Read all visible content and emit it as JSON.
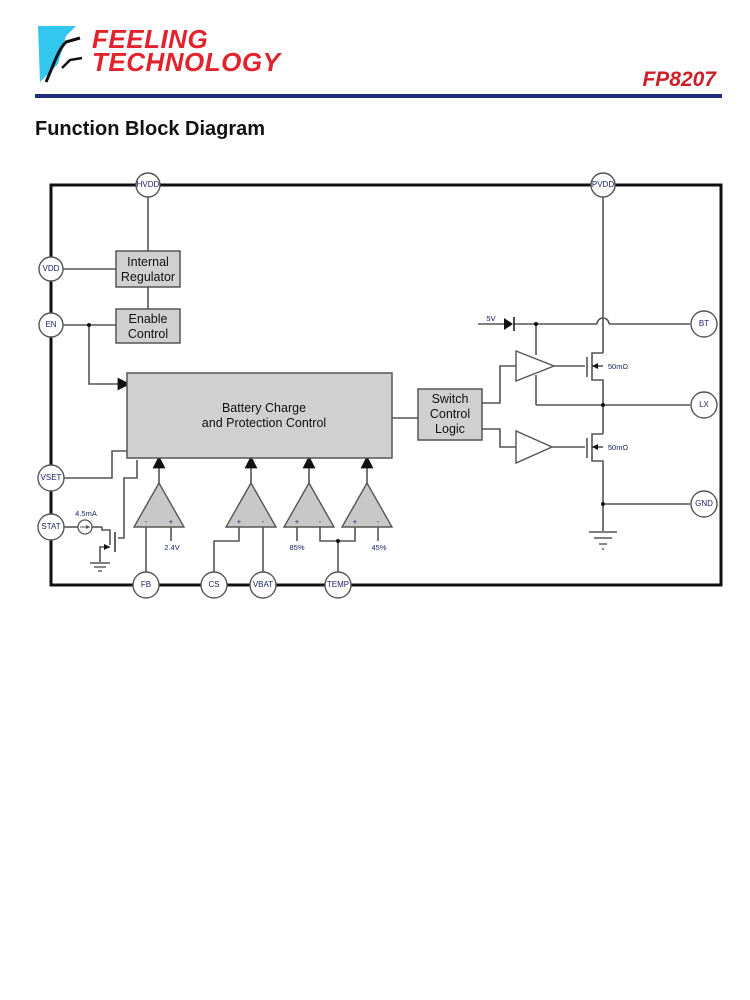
{
  "header": {
    "brand_line1": "FEELING",
    "brand_line2": "TECHNOLOGY",
    "part_number": "FP8207",
    "colors": {
      "brand_red": "#e2232e",
      "logo_cyan": "#33c6ef",
      "rule_navy": "#1e2a7a"
    }
  },
  "section_title": "Function Block Diagram",
  "diagram": {
    "pins": {
      "hvdd": "HVDD",
      "pvdd": "PVDD",
      "vdd": "VDD",
      "en": "EN",
      "vset": "VSET",
      "stat": "STAT",
      "bt": "BT",
      "lx": "LX",
      "gnd": "GND",
      "fb": "FB",
      "cs": "CS",
      "vbat": "VBAT",
      "temp": "TEMP"
    },
    "blocks": {
      "regulator": [
        "Internal",
        "Regulator"
      ],
      "enable": [
        "Enable",
        "Control"
      ],
      "battery": [
        "Battery Charge",
        "and Protection Control"
      ],
      "switch": [
        "Switch",
        "Control",
        "Logic"
      ]
    },
    "labels": {
      "current_source": "4.5mA",
      "fb_ref": "2.4V",
      "temp_hi": "85%",
      "temp_lo": "45%",
      "diode_supply": "5V",
      "high_side_rdson": "50mΩ",
      "low_side_rdson": "50mΩ",
      "plus": "+",
      "minus": "-"
    },
    "colors": {
      "block_fill": "#d0d0d0",
      "wire": "#555555",
      "border": "#111111"
    }
  }
}
